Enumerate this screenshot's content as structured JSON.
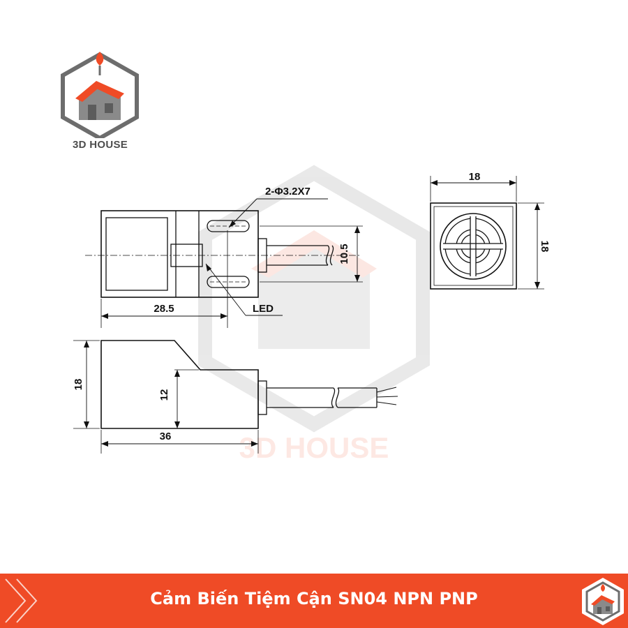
{
  "brand": {
    "name": "3D HOUSE",
    "watermark": "3D HOUSE",
    "accent_color": "#ef4b26",
    "icon": "house-hexagon-logo-icon"
  },
  "footer": {
    "title": "Cảm Biến Tiệm Cận SN04 NPN PNP",
    "chevron_icon": "double-chevron-right-icon"
  },
  "drawing": {
    "labels": {
      "slot_spec": "2-Φ3.2X7",
      "led": "LED",
      "top_length": "28.5",
      "top_slot_spacing": "10.5",
      "front_width": "18",
      "front_height": "18",
      "side_height": "18",
      "side_step_height": "12",
      "side_length": "36"
    }
  }
}
